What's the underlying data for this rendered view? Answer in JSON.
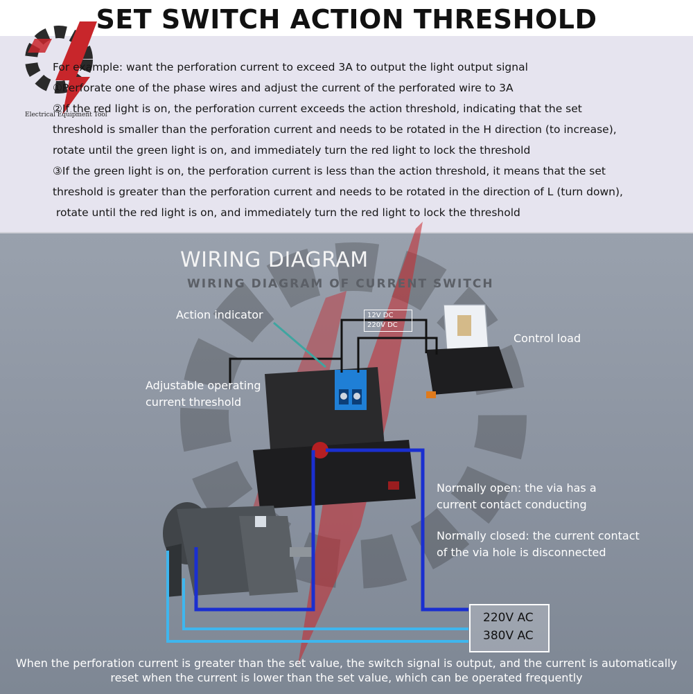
{
  "header": {
    "title": "SET SWITCH ACTION THRESHOLD"
  },
  "logo": {
    "caption": "Electrical Equipment Tool"
  },
  "instructions": [
    "For example: want the perforation current to exceed 3A to output the light output signal",
    "①Perforate one of the phase wires and adjust the current of the perforated wire to 3A",
    "②If the red light is on, the perforation current exceeds the action threshold, indicating that the set",
    "threshold is smaller than the perforation current and needs to be rotated in the H direction (to increase),",
    "rotate until the green light is on, and immediately turn the red light to lock the threshold",
    "③If the green light is on, the perforation current is less than the action threshold, it means that the set",
    "threshold is greater than the perforation current and needs to be rotated in the direction of L (turn down),",
    " rotate until the red light is on, and immediately turn the red light to lock the threshold"
  ],
  "diagram": {
    "title": "WIRING DIAGRAM",
    "subtitle": "WIRING DIAGRAM OF CURRENT SWITCH",
    "action_indicator": "Action indicator",
    "adjustable_line1": "Adjustable operating",
    "adjustable_line2": "current threshold",
    "control_load": "Control load",
    "relay_v1": "12V DC",
    "relay_v2": "220V DC",
    "normally_open_line1": "Normally open: the via has a",
    "normally_open_line2": "current contact conducting",
    "normally_closed_line1": "Normally closed: the current contact",
    "normally_closed_line2": "of the via hole is disconnected",
    "power_1": "220V AC",
    "power_2": "380V AC"
  },
  "footer": {
    "line1": "When the perforation current is greater than the set value, the switch signal is output, and the current is automatically",
    "line2": "reset when the current is lower than the set value, which can be operated frequently"
  },
  "colors": {
    "wire_dark_blue": "#1a2fd0",
    "wire_light_blue": "#3fb6ee",
    "terminal_blue": "#1f7fd6",
    "watermark_red": "#c8262b"
  }
}
